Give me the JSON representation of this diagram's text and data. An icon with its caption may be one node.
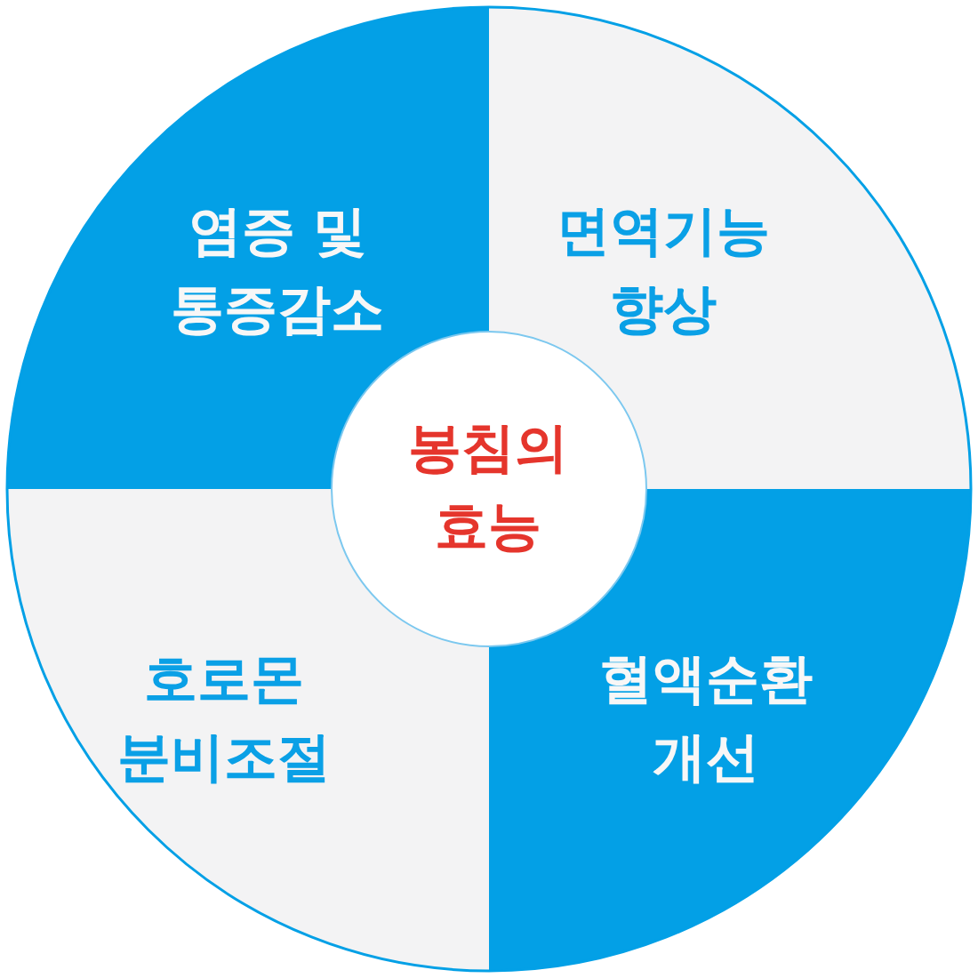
{
  "diagram": {
    "nodes": [
      {
        "text": [
          "염증 및 통증감소"
        ]
      },
      {
        "text": [
          "면역기능 향상"
        ]
      },
      {
        "text": [
          "봉침의 효능"
        ]
      },
      {
        "text": [
          "호로몬 분비조절"
        ]
      },
      {
        "text": [
          "혈액순환 개선"
        ]
      }
    ]
  }
}
